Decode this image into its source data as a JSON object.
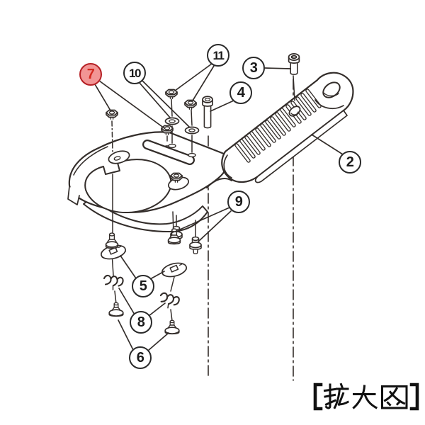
{
  "diagram": {
    "caption": "【拡大図】",
    "callouts": [
      {
        "label": "2",
        "highlighted": false
      },
      {
        "label": "3",
        "highlighted": false
      },
      {
        "label": "4",
        "highlighted": false
      },
      {
        "label": "5",
        "highlighted": false
      },
      {
        "label": "6",
        "highlighted": false
      },
      {
        "label": "7",
        "highlighted": true
      },
      {
        "label": "8",
        "highlighted": false
      },
      {
        "label": "9",
        "highlighted": false
      },
      {
        "label": "10",
        "highlighted": false
      },
      {
        "label": "11",
        "highlighted": false
      }
    ],
    "colors": {
      "background": "#ffffff",
      "line": "#332d2a",
      "callout_border": "#2a2a2a",
      "callout_text": "#1a1a1a",
      "highlight_border": "#b52025",
      "highlight_fill": "#f29595",
      "highlight_text": "#d42a20",
      "caption_text": "#111111"
    }
  }
}
